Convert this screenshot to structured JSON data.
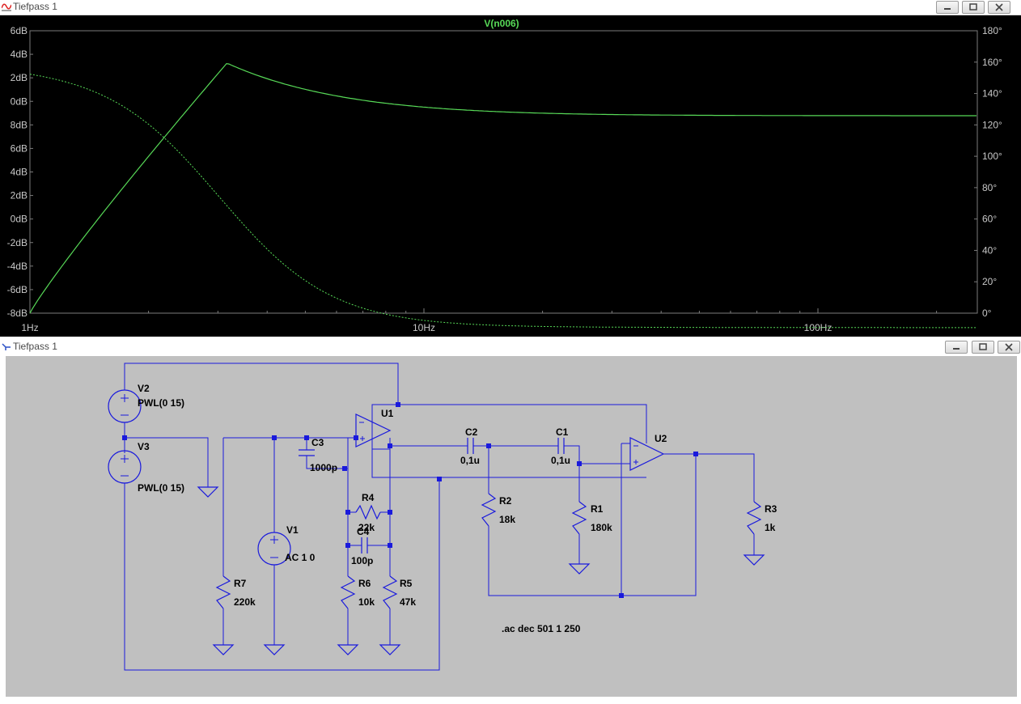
{
  "plot_window": {
    "title": "Tiefpass 1",
    "trace_label": "V(n006)",
    "left_axis_labels": [
      "6dB",
      "4dB",
      "2dB",
      "0dB",
      "8dB",
      "6dB",
      "4dB",
      "2dB",
      "0dB",
      "-2dB",
      "-4dB",
      "-6dB",
      "-8dB"
    ],
    "right_axis_labels": [
      "180°",
      "160°",
      "140°",
      "120°",
      "100°",
      "80°",
      "60°",
      "40°",
      "20°",
      "0°"
    ],
    "x_axis_labels": [
      "1Hz",
      "10Hz",
      "100Hz"
    ]
  },
  "schematic_window": {
    "title": "Tiefpass 1",
    "labels": {
      "v2": "V2",
      "v2_value": "PWL(0 15)",
      "v3": "V3",
      "v3_value": "PWL(0 15)",
      "v1": "V1",
      "v1_value": "AC 1 0",
      "u1": "U1",
      "u2": "U2",
      "c3": "C3",
      "c3_value": "1000p",
      "c2": "C2",
      "c2_value": "0,1u",
      "c1": "C1",
      "c1_value": "0,1u",
      "c4": "C4",
      "c4_value": "100p",
      "r4": "R4",
      "r4_value": "22k",
      "r2": "R2",
      "r2_value": "18k",
      "r1": "R1",
      "r1_value": "180k",
      "r3": "R3",
      "r3_value": "1k",
      "r7": "R7",
      "r7_value": "220k",
      "r6": "R6",
      "r6_value": "10k",
      "r5": "R5",
      "r5_value": "47k",
      "directive": ".ac dec 501 1 250"
    }
  },
  "colors": {
    "plot_background": "#000000",
    "trace": "#57d957",
    "axis_text": "#c8c8c8",
    "schematic_background": "#c0c0c0",
    "wire": "#1a1adc",
    "junction": "#1a1adc"
  }
}
